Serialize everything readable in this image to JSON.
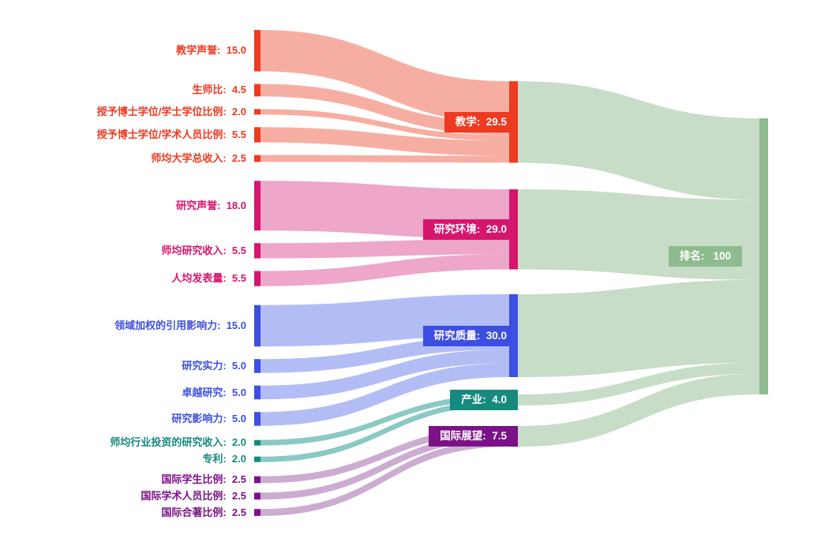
{
  "chart_data": {
    "type": "sankey",
    "title": "",
    "layout": {
      "background": "#ffffff",
      "columns": [
        "indicators",
        "pillars",
        "total"
      ],
      "flow_direction": "left-to-right"
    },
    "target": {
      "id": "ranking",
      "label": "排名",
      "value_text": "100",
      "color": "#8fbc8f",
      "flow_color": "rgba(143,188,143,0.5)"
    },
    "groups": [
      {
        "id": "teaching",
        "label": "教学",
        "value_text": "29.5",
        "color": "#ee3a21",
        "flow_color": "rgba(238,75,49,0.45)",
        "sources": [
          {
            "id": "teaching-reputation",
            "label": "教学声誉",
            "value_text": "15.0"
          },
          {
            "id": "student-staff-ratio",
            "label": "生师比",
            "value_text": "4.5"
          },
          {
            "id": "doctorate-bachelor-ratio",
            "label": "授予博士学位/学士学位比例",
            "value_text": "2.0"
          },
          {
            "id": "doctorate-staff-ratio",
            "label": "授予博士学位/学术人员比例",
            "value_text": "5.5"
          },
          {
            "id": "institutional-income",
            "label": "师均大学总收入",
            "value_text": "2.5"
          }
        ]
      },
      {
        "id": "research-environment",
        "label": "研究环境",
        "value_text": "29.0",
        "color": "#d6156e",
        "flow_color": "rgba(222,77,147,0.5)",
        "sources": [
          {
            "id": "research-reputation",
            "label": "研究声誉",
            "value_text": "18.0"
          },
          {
            "id": "research-income",
            "label": "师均研究收入",
            "value_text": "5.5"
          },
          {
            "id": "publications-per-capita",
            "label": "人均发表量",
            "value_text": "5.5"
          }
        ]
      },
      {
        "id": "research-quality",
        "label": "研究质量",
        "value_text": "30.0",
        "color": "#3d4fe0",
        "flow_color": "rgba(104,124,235,0.5)",
        "sources": [
          {
            "id": "field-weighted-citation-impact",
            "label": "领域加权的引用影响力",
            "value_text": "15.0"
          },
          {
            "id": "research-strength",
            "label": "研究实力",
            "value_text": "5.0"
          },
          {
            "id": "research-excellence",
            "label": "卓越研究",
            "value_text": "5.0"
          },
          {
            "id": "research-influence",
            "label": "研究影响力",
            "value_text": "5.0"
          }
        ]
      },
      {
        "id": "industry",
        "label": "产业",
        "value_text": "4.0",
        "color": "#17897f",
        "flow_color": "rgba(42,157,148,0.55)",
        "sources": [
          {
            "id": "industry-research-income",
            "label": "师均行业投资的研究收入",
            "value_text": "2.0"
          },
          {
            "id": "patents",
            "label": "专利",
            "value_text": "2.0"
          }
        ]
      },
      {
        "id": "international-outlook",
        "label": "国际展望",
        "value_text": "7.5",
        "color": "#7c1287",
        "flow_color": "rgba(164,103,173,0.55)",
        "sources": [
          {
            "id": "international-students-ratio",
            "label": "国际学生比例",
            "value_text": "2.5"
          },
          {
            "id": "international-staff-ratio",
            "label": "国际学术人员比例",
            "value_text": "2.5"
          },
          {
            "id": "international-coauthorship-ratio",
            "label": "国际合著比例",
            "value_text": "2.5"
          }
        ]
      }
    ]
  }
}
